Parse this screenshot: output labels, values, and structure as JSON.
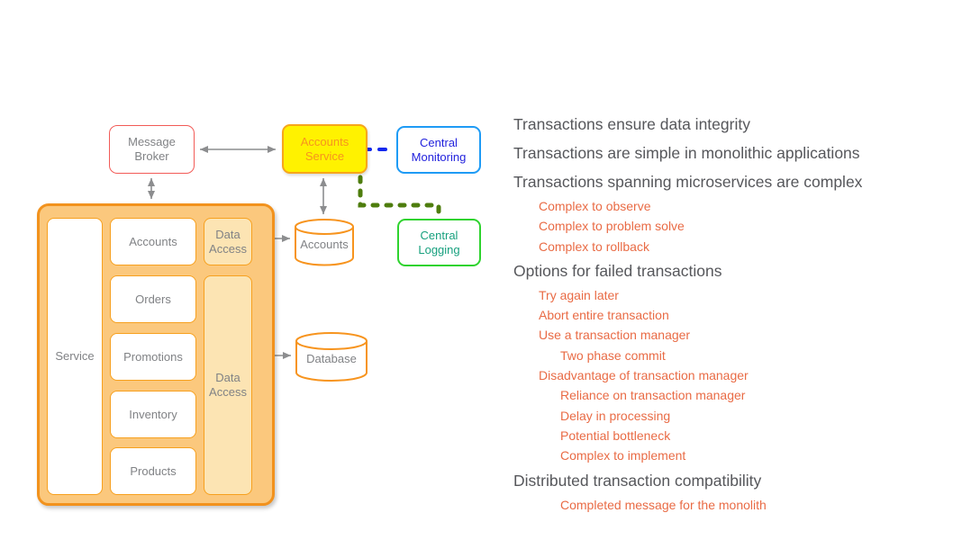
{
  "diagram": {
    "external": {
      "message_broker": "Message Broker",
      "accounts_service": "Accounts Service",
      "central_monitoring": "Central Monitoring",
      "central_logging": "Central Logging"
    },
    "monolith": {
      "service": "Service",
      "modules": [
        "Accounts",
        "Orders",
        "Promotions",
        "Inventory",
        "Products"
      ],
      "data_access_top": "Data Access",
      "data_access_main": "Data Access"
    },
    "datastores": {
      "accounts": "Accounts",
      "database": "Database"
    },
    "colors": {
      "monolith_fill": "#FBC87D",
      "monolith_border": "#F2921D",
      "inner_box_border": "#F7A01E",
      "data_access_fill": "#FCE4B3",
      "accounts_service_fill": "#FFF200",
      "message_broker_border": "#F25B57",
      "monitoring_border": "#1E9BF5",
      "monitoring_text": "#2222DD",
      "logging_border": "#2FD32F",
      "logging_text": "#17A07E",
      "box_text_gray": "#808285",
      "arrow_gray": "#8C8D8F",
      "dashed_blue": "#1228EE",
      "dashed_green": "#4E7D0D",
      "heading_gray": "#56575B",
      "note_orange": "#E96B45"
    }
  },
  "notes": [
    {
      "text": "Transactions ensure data integrity",
      "style": "heading",
      "indent": 0
    },
    {
      "text": "Transactions are simple in monolithic applications",
      "style": "heading",
      "indent": 0
    },
    {
      "text": "Transactions spanning microservices are complex",
      "style": "heading",
      "indent": 0
    },
    {
      "text": "Complex to observe",
      "style": "item",
      "indent": 1
    },
    {
      "text": "Complex to problem solve",
      "style": "item",
      "indent": 1
    },
    {
      "text": "Complex to rollback",
      "style": "item",
      "indent": 1
    },
    {
      "text": "Options for failed transactions",
      "style": "heading",
      "indent": 0
    },
    {
      "text": "Try again later",
      "style": "item",
      "indent": 1
    },
    {
      "text": "Abort entire transaction",
      "style": "item",
      "indent": 1
    },
    {
      "text": "Use a transaction manager",
      "style": "item",
      "indent": 1
    },
    {
      "text": "Two phase commit",
      "style": "item",
      "indent": 2
    },
    {
      "text": "Disadvantage of transaction manager",
      "style": "item",
      "indent": 1
    },
    {
      "text": "Reliance on transaction manager",
      "style": "item",
      "indent": 2
    },
    {
      "text": "Delay in processing",
      "style": "item",
      "indent": 2
    },
    {
      "text": "Potential bottleneck",
      "style": "item",
      "indent": 2
    },
    {
      "text": "Complex to implement",
      "style": "item",
      "indent": 2
    },
    {
      "text": "Distributed transaction compatibility",
      "style": "heading",
      "indent": 0
    },
    {
      "text": "Completed message for the monolith",
      "style": "item",
      "indent": 2
    }
  ]
}
